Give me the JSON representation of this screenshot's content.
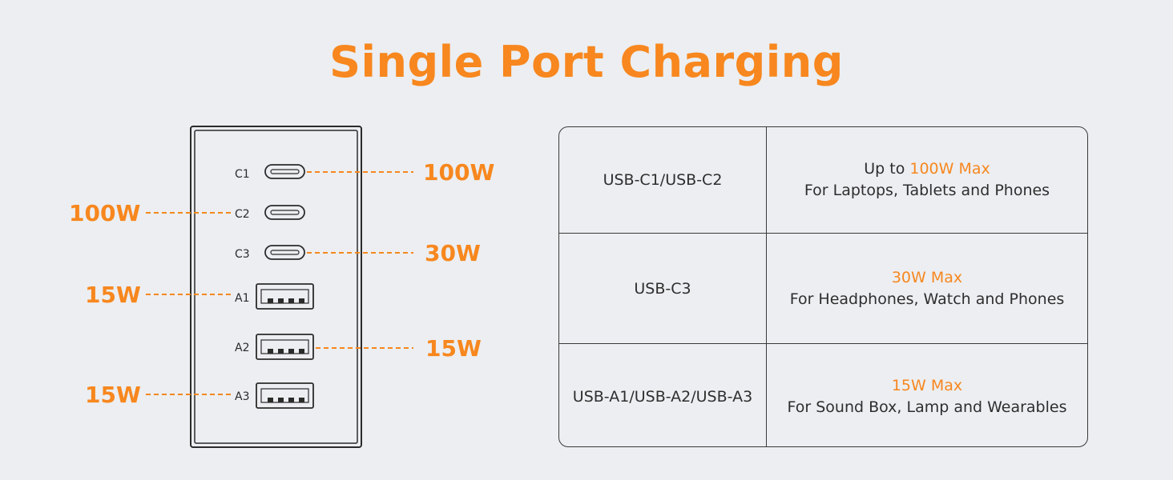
{
  "title": "Single Port Charging",
  "colors": {
    "accent": "#f7871e",
    "background": "#eceef1",
    "outline": "#2b2b2b"
  },
  "ports": [
    {
      "label": "C1",
      "type": "usb-c",
      "watt": "100W",
      "side": "right"
    },
    {
      "label": "C2",
      "type": "usb-c",
      "watt": "100W",
      "side": "left"
    },
    {
      "label": "C3",
      "type": "usb-c",
      "watt": "30W",
      "side": "right"
    },
    {
      "label": "A1",
      "type": "usb-a",
      "watt": "15W",
      "side": "left"
    },
    {
      "label": "A2",
      "type": "usb-a",
      "watt": "15W",
      "side": "right"
    },
    {
      "label": "A3",
      "type": "usb-a",
      "watt": "15W",
      "side": "left"
    }
  ],
  "table": {
    "rows": [
      {
        "port": "USB-C1/USB-C2",
        "prefix": "Up to ",
        "highlight": "100W Max",
        "desc": "For Laptops, Tablets and Phones"
      },
      {
        "port": "USB-C3",
        "prefix": "",
        "highlight": "30W Max",
        "desc": "For Headphones, Watch and Phones"
      },
      {
        "port": "USB-A1/USB-A2/USB-A3",
        "prefix": "",
        "highlight": "15W Max",
        "desc": "For Sound Box, Lamp and Wearables"
      }
    ]
  }
}
